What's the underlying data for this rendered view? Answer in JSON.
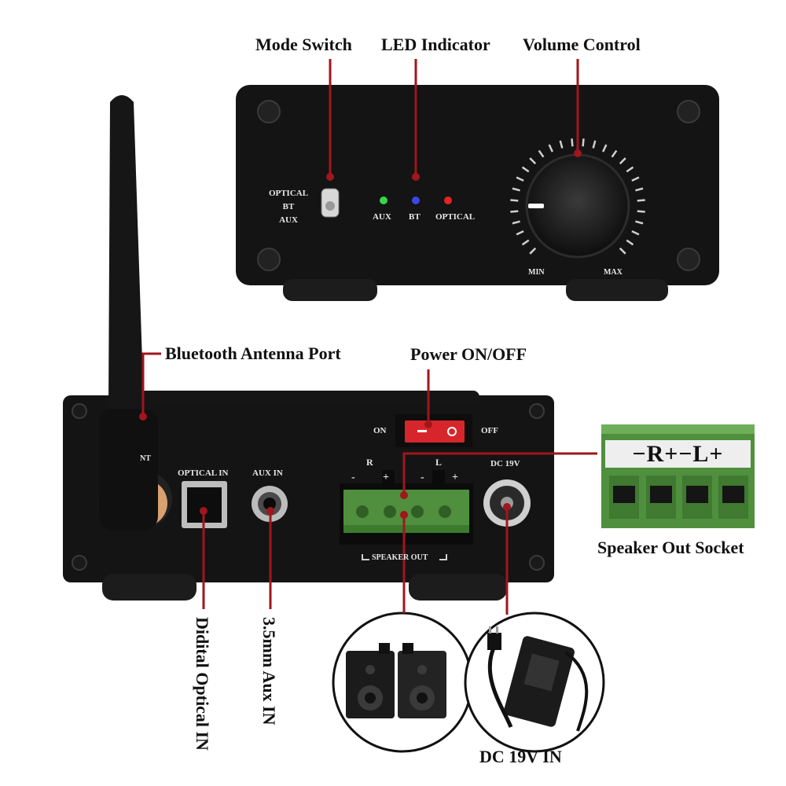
{
  "callouts": {
    "mode_switch": "Mode Switch",
    "led_indicator": "LED Indicator",
    "volume_control": "Volume Control",
    "bluetooth_antenna_port": "Bluetooth Antenna Port",
    "power_on_off": "Power ON/OFF",
    "speaker_out_socket": "Speaker Out Socket",
    "digital_optical_in": "Didital Optical IN",
    "aux_in": "3.5mm Aux IN",
    "dc_in": "DC 19V IN"
  },
  "front_panel": {
    "mode_labels": [
      "OPTICAL",
      "BT",
      "AUX"
    ],
    "led_labels": [
      "AUX",
      "BT",
      "OPTICAL"
    ],
    "volume_min": "MIN",
    "volume_max": "MAX"
  },
  "back_panel": {
    "ant_label": "NT",
    "on_label": "ON",
    "off_label": "OFF",
    "optical_in": "OPTICAL IN",
    "aux_in": "AUX IN",
    "dc_19v": "DC 19V",
    "speaker_out": "SPEAKER OUT",
    "r_label": "R",
    "l_label": "L",
    "minus": "-",
    "plus": "+"
  },
  "socket": {
    "label": "−R+−L+"
  },
  "colors": {
    "callout_line": "#a0161c",
    "device_body": "#151515",
    "power_switch": "#d7262b",
    "terminal_green": "#4f8f3d",
    "led_aux": "#35d64a",
    "led_bt": "#3b46e6",
    "led_optical": "#e52323"
  }
}
